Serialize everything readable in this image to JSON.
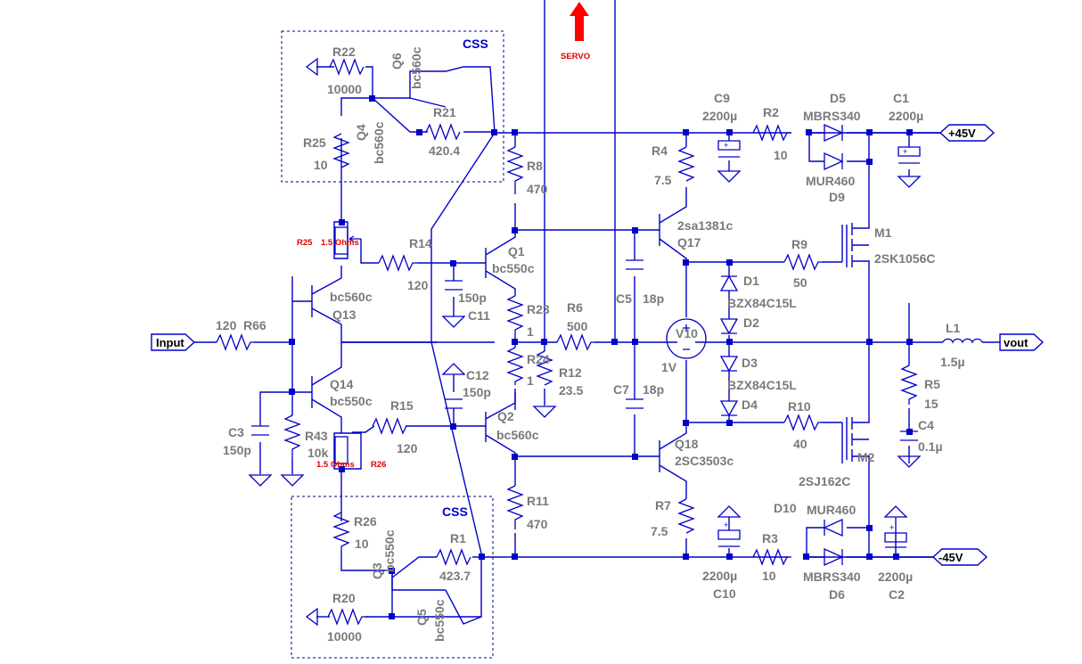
{
  "sections": {
    "css_top": "CSS",
    "css_bottom": "CSS"
  },
  "ports": {
    "input": "Input",
    "vout": "vout",
    "vpos": "+45V",
    "vneg": "-45V"
  },
  "servo": {
    "label": "SERVO",
    "arrow_color": "#ff0000"
  },
  "colors": {
    "wire": "#0000c8",
    "label": "#7a7a7a",
    "annotation": "#e00000"
  },
  "components": {
    "R22": {
      "name": "R22",
      "value": "10000"
    },
    "Q6": {
      "name": "Q6",
      "model": "bc560c"
    },
    "Q4": {
      "name": "Q4",
      "model": "bc560c"
    },
    "R21": {
      "name": "R21",
      "value": "420.4"
    },
    "R25": {
      "name": "R25",
      "value": "10"
    },
    "R25pot": {
      "name": "R25",
      "value": "1.5 Ohms"
    },
    "R14": {
      "name": "R14",
      "value": "120"
    },
    "Q13": {
      "name": "Q13",
      "model": "bc560c"
    },
    "R66": {
      "name": "R66",
      "value": "120"
    },
    "Q14": {
      "name": "Q14",
      "model": "bc550c"
    },
    "C3": {
      "name": "C3",
      "value": "150p"
    },
    "R43": {
      "name": "R43",
      "value": "10k"
    },
    "R26pot": {
      "name": "R26",
      "value": "1.5 Ohms"
    },
    "R15": {
      "name": "R15",
      "value": "120"
    },
    "R26": {
      "name": "R26",
      "value": "10"
    },
    "Q3": {
      "name": "Q3",
      "model": "bc550c"
    },
    "R20": {
      "name": "R20",
      "value": "10000"
    },
    "Q5": {
      "name": "Q5",
      "model": "bc550c"
    },
    "R1": {
      "name": "R1",
      "value": "423.7"
    },
    "Q1": {
      "name": "Q1",
      "model": "bc550c"
    },
    "C11": {
      "name": "C11",
      "value": "150p"
    },
    "R8": {
      "name": "R8",
      "value": "470"
    },
    "R23": {
      "name": "R23",
      "value": "1"
    },
    "R24": {
      "name": "R24",
      "value": "1"
    },
    "R6": {
      "name": "R6",
      "value": "500"
    },
    "R12": {
      "name": "R12",
      "value": "23.5"
    },
    "C12": {
      "name": "C12",
      "value": "150p"
    },
    "Q2": {
      "name": "Q2",
      "model": "bc560c"
    },
    "R11": {
      "name": "R11",
      "value": "470"
    },
    "C5": {
      "name": "C5",
      "value": "18p"
    },
    "C7": {
      "name": "C7",
      "value": "18p"
    },
    "R4": {
      "name": "R4",
      "value": "7.5"
    },
    "Q17": {
      "name": "Q17",
      "model": "2sa1381c"
    },
    "V10": {
      "name": "V10",
      "value": "1V"
    },
    "Q18": {
      "name": "Q18",
      "model": "2SC3503c"
    },
    "R7": {
      "name": "R7",
      "value": "7.5"
    },
    "C9": {
      "name": "C9",
      "value": "2200µ"
    },
    "R2": {
      "name": "R2",
      "value": "10"
    },
    "D5": {
      "name": "D5",
      "model": "MBRS340"
    },
    "D9": {
      "name": "D9",
      "model": "MUR460"
    },
    "C1": {
      "name": "C1",
      "value": "2200µ"
    },
    "R9": {
      "name": "R9",
      "value": "50"
    },
    "D1": {
      "name": "D1"
    },
    "D2": {
      "name": "D2",
      "model": "BZX84C15L"
    },
    "D3": {
      "name": "D3"
    },
    "D4": {
      "name": "D4",
      "model": "BZX84C15L"
    },
    "M1": {
      "name": "M1",
      "model": "2SK1056C"
    },
    "R10": {
      "name": "R10",
      "value": "40"
    },
    "M2": {
      "name": "M2",
      "model": "2SJ162C"
    },
    "L1": {
      "name": "L1",
      "value": "1.5µ"
    },
    "R5": {
      "name": "R5",
      "value": "15"
    },
    "C4": {
      "name": "C4",
      "value": "0.1µ"
    },
    "C10": {
      "name": "C10",
      "value": "2200µ"
    },
    "R3": {
      "name": "R3",
      "value": "10"
    },
    "D10": {
      "name": "D10",
      "model": "MUR460"
    },
    "D6": {
      "name": "D6",
      "model": "MBRS340"
    },
    "C2": {
      "name": "C2",
      "value": "2200µ"
    }
  }
}
